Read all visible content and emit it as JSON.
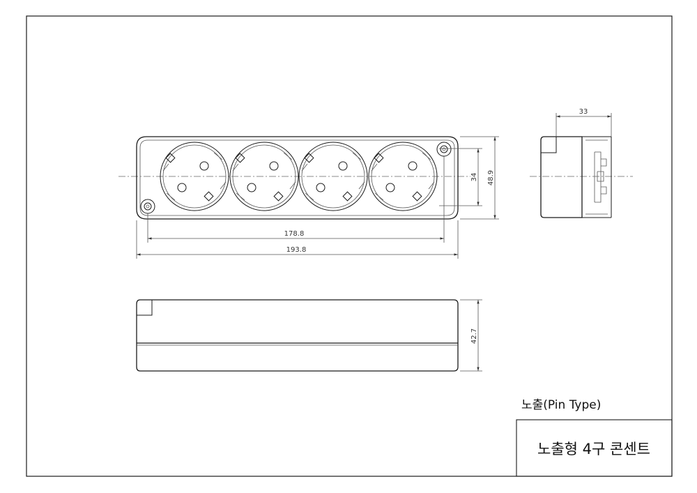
{
  "dimensions": {
    "total_length": "193.8",
    "hole_pitch": "178.8",
    "socket_height": "34",
    "body_width": "48.9",
    "side_depth": "33",
    "body_height": "42.7"
  },
  "subtitle": "노출(Pin Type)",
  "title_block": {
    "title": "노출형 4구 콘센트"
  }
}
